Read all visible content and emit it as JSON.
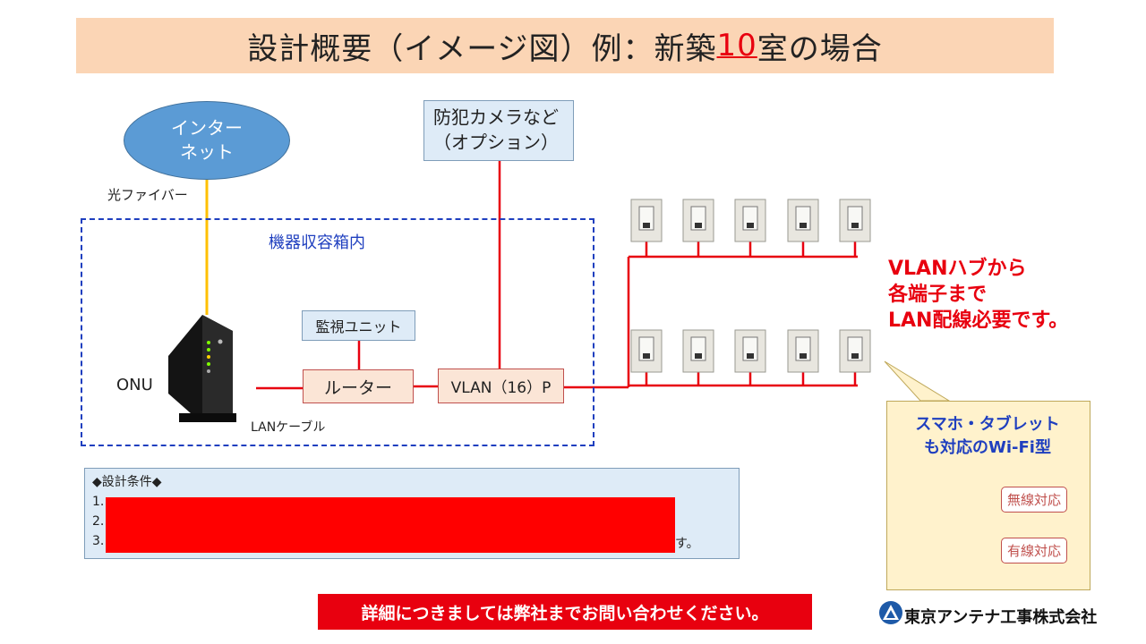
{
  "title": {
    "prefix": "設計概要（イメージ図）例：新築",
    "highlight": "10",
    "suffix": "室の場合"
  },
  "internet_label": [
    "インター",
    "ネット"
  ],
  "fiber_label": "光ファイバー",
  "camera_box": [
    "防犯カメラなど",
    "（オプション）"
  ],
  "enclosure_label": "機器収容箱内",
  "monitor_unit": "監視ユニット",
  "router": "ルーター",
  "vlan_hub": "VLAN（16）P",
  "onu_label": "ONU",
  "lan_cable_label": "LANケーブル",
  "red_note": [
    "VLANハブから",
    "各端子まで",
    "LAN配線必要です。"
  ],
  "wifi_panel": {
    "title": [
      "スマホ・タブレット",
      "も対応のWi-Fi型"
    ],
    "wireless": "無線対応",
    "wired": "有線対応"
  },
  "conditions": {
    "header": "◆設計条件◆",
    "lines": [
      "1.",
      "2.",
      "3."
    ],
    "tail": "す。"
  },
  "footer_note": "詳細につきましては弊社までお問い合わせください。",
  "company": "東京アンテナ工事株式会社",
  "colors": {
    "accent_red": "#e8000f",
    "fiber_yellow": "#ffc000",
    "blue": "#1f3fbf",
    "title_bg": "#fbd5b5"
  }
}
